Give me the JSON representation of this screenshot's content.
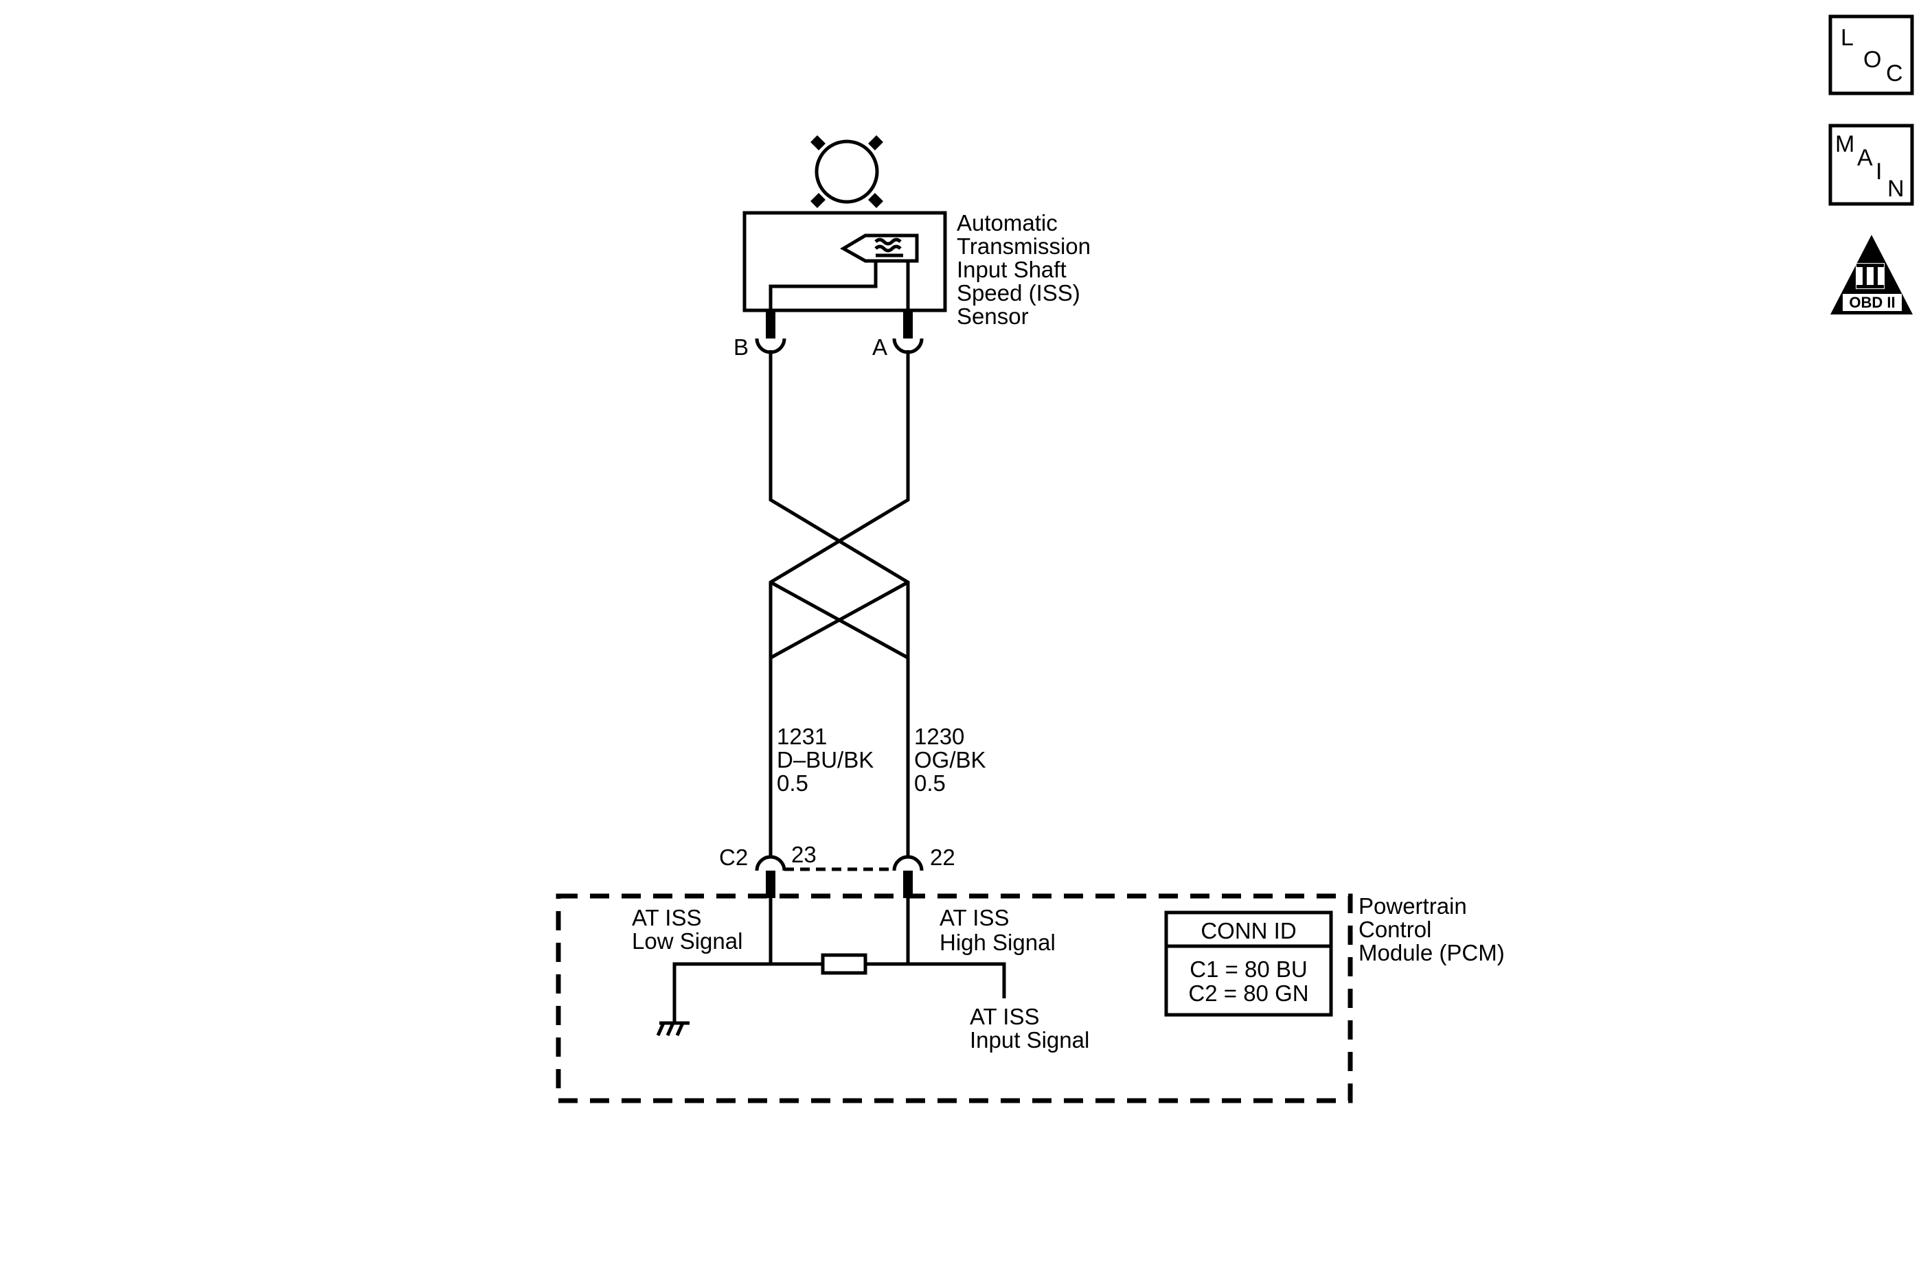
{
  "sensor": {
    "name_lines": [
      "Automatic",
      "Transmission",
      "Input Shaft",
      "Speed (ISS)",
      "Sensor"
    ],
    "pin_b": "B",
    "pin_a": "A"
  },
  "wires": {
    "left": {
      "circuit": "1231",
      "color": "D–BU/BK",
      "gauge": "0.5"
    },
    "right": {
      "circuit": "1230",
      "color": "OG/BK",
      "gauge": "0.5"
    }
  },
  "pcm": {
    "connector": "C2",
    "pin_left": "23",
    "pin_right": "22",
    "name_lines": [
      "Powertrain",
      "Control",
      "Module (PCM)"
    ],
    "low_signal_lines": [
      "AT ISS",
      "Low Signal"
    ],
    "high_signal_lines": [
      "AT ISS",
      "High Signal"
    ],
    "input_signal_lines": [
      "AT ISS",
      "Input Signal"
    ],
    "conn_id": {
      "title": "CONN ID",
      "rows": [
        "C1 = 80 BU",
        "C2 = 80 GN"
      ]
    }
  },
  "nav_icons": {
    "loc": [
      "L",
      "O",
      "C"
    ],
    "main": [
      "M",
      "A",
      "I",
      "N"
    ],
    "obd": {
      "numeral": "II",
      "label": "OBD II"
    }
  }
}
